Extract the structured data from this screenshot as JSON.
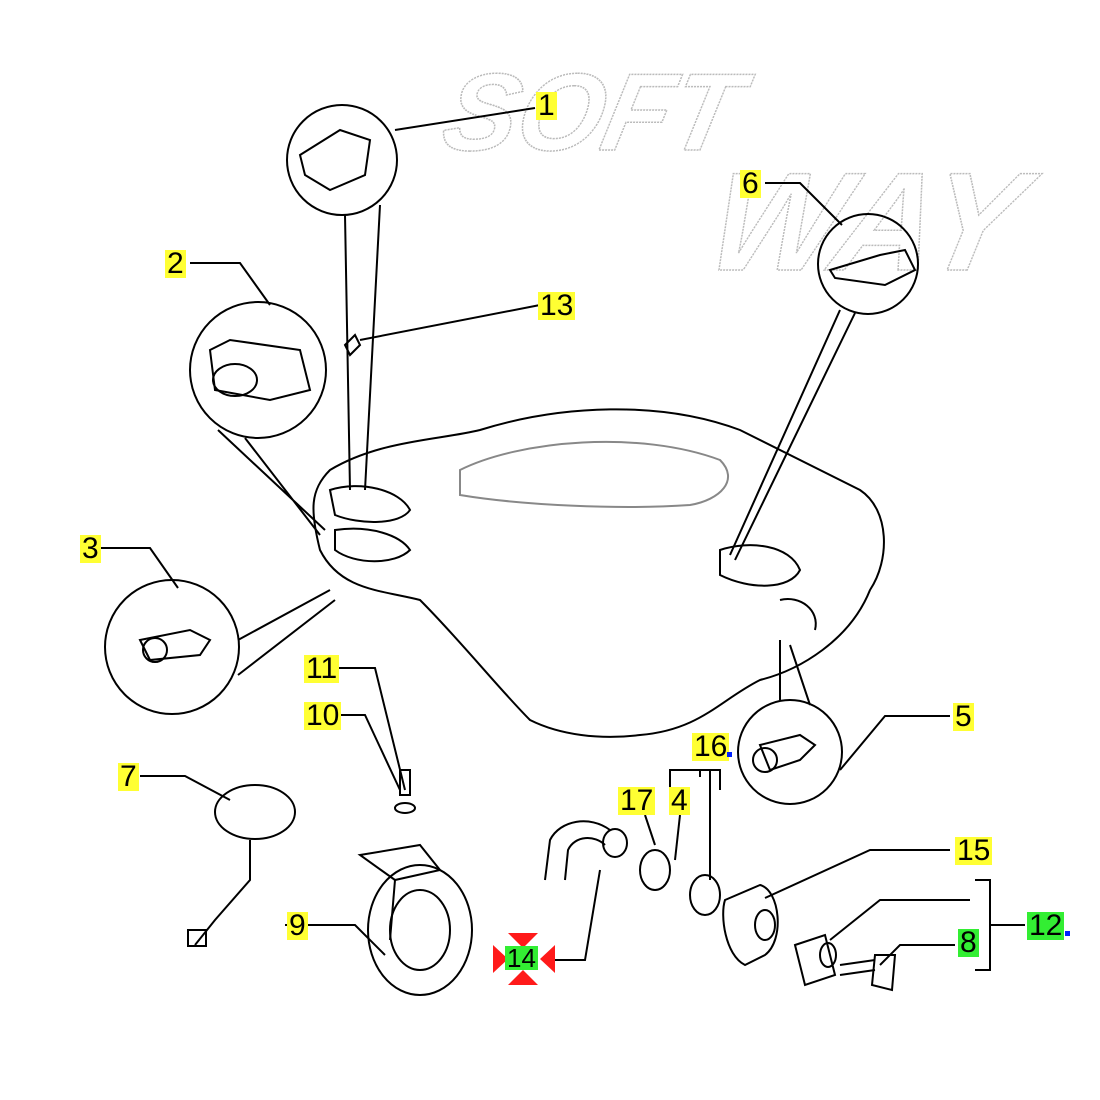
{
  "watermark": {
    "line1": "SOFT",
    "line2": "WAY"
  },
  "callouts": [
    {
      "id": "1",
      "label": "1",
      "highlight": "yellow"
    },
    {
      "id": "2",
      "label": "2",
      "highlight": "yellow"
    },
    {
      "id": "13",
      "label": "13",
      "highlight": "yellow"
    },
    {
      "id": "6",
      "label": "6",
      "highlight": "yellow"
    },
    {
      "id": "3",
      "label": "3",
      "highlight": "yellow"
    },
    {
      "id": "11",
      "label": "11",
      "highlight": "yellow"
    },
    {
      "id": "10",
      "label": "10",
      "highlight": "yellow"
    },
    {
      "id": "7",
      "label": "7",
      "highlight": "yellow"
    },
    {
      "id": "16",
      "label": "16",
      "highlight": "yellow"
    },
    {
      "id": "5",
      "label": "5",
      "highlight": "yellow"
    },
    {
      "id": "17",
      "label": "17",
      "highlight": "yellow"
    },
    {
      "id": "4",
      "label": "4",
      "highlight": "yellow"
    },
    {
      "id": "15",
      "label": "15",
      "highlight": "yellow"
    },
    {
      "id": "9",
      "label": "9",
      "highlight": "yellow"
    },
    {
      "id": "14",
      "label": "14",
      "highlight": "green"
    },
    {
      "id": "12",
      "label": "12",
      "highlight": "green"
    },
    {
      "id": "8",
      "label": "8",
      "highlight": "green"
    }
  ],
  "colors": {
    "yellow": "#ffff33",
    "green": "#33ee33",
    "marker_red": "#ff1a1a",
    "dot_blue": "#0022ff"
  }
}
